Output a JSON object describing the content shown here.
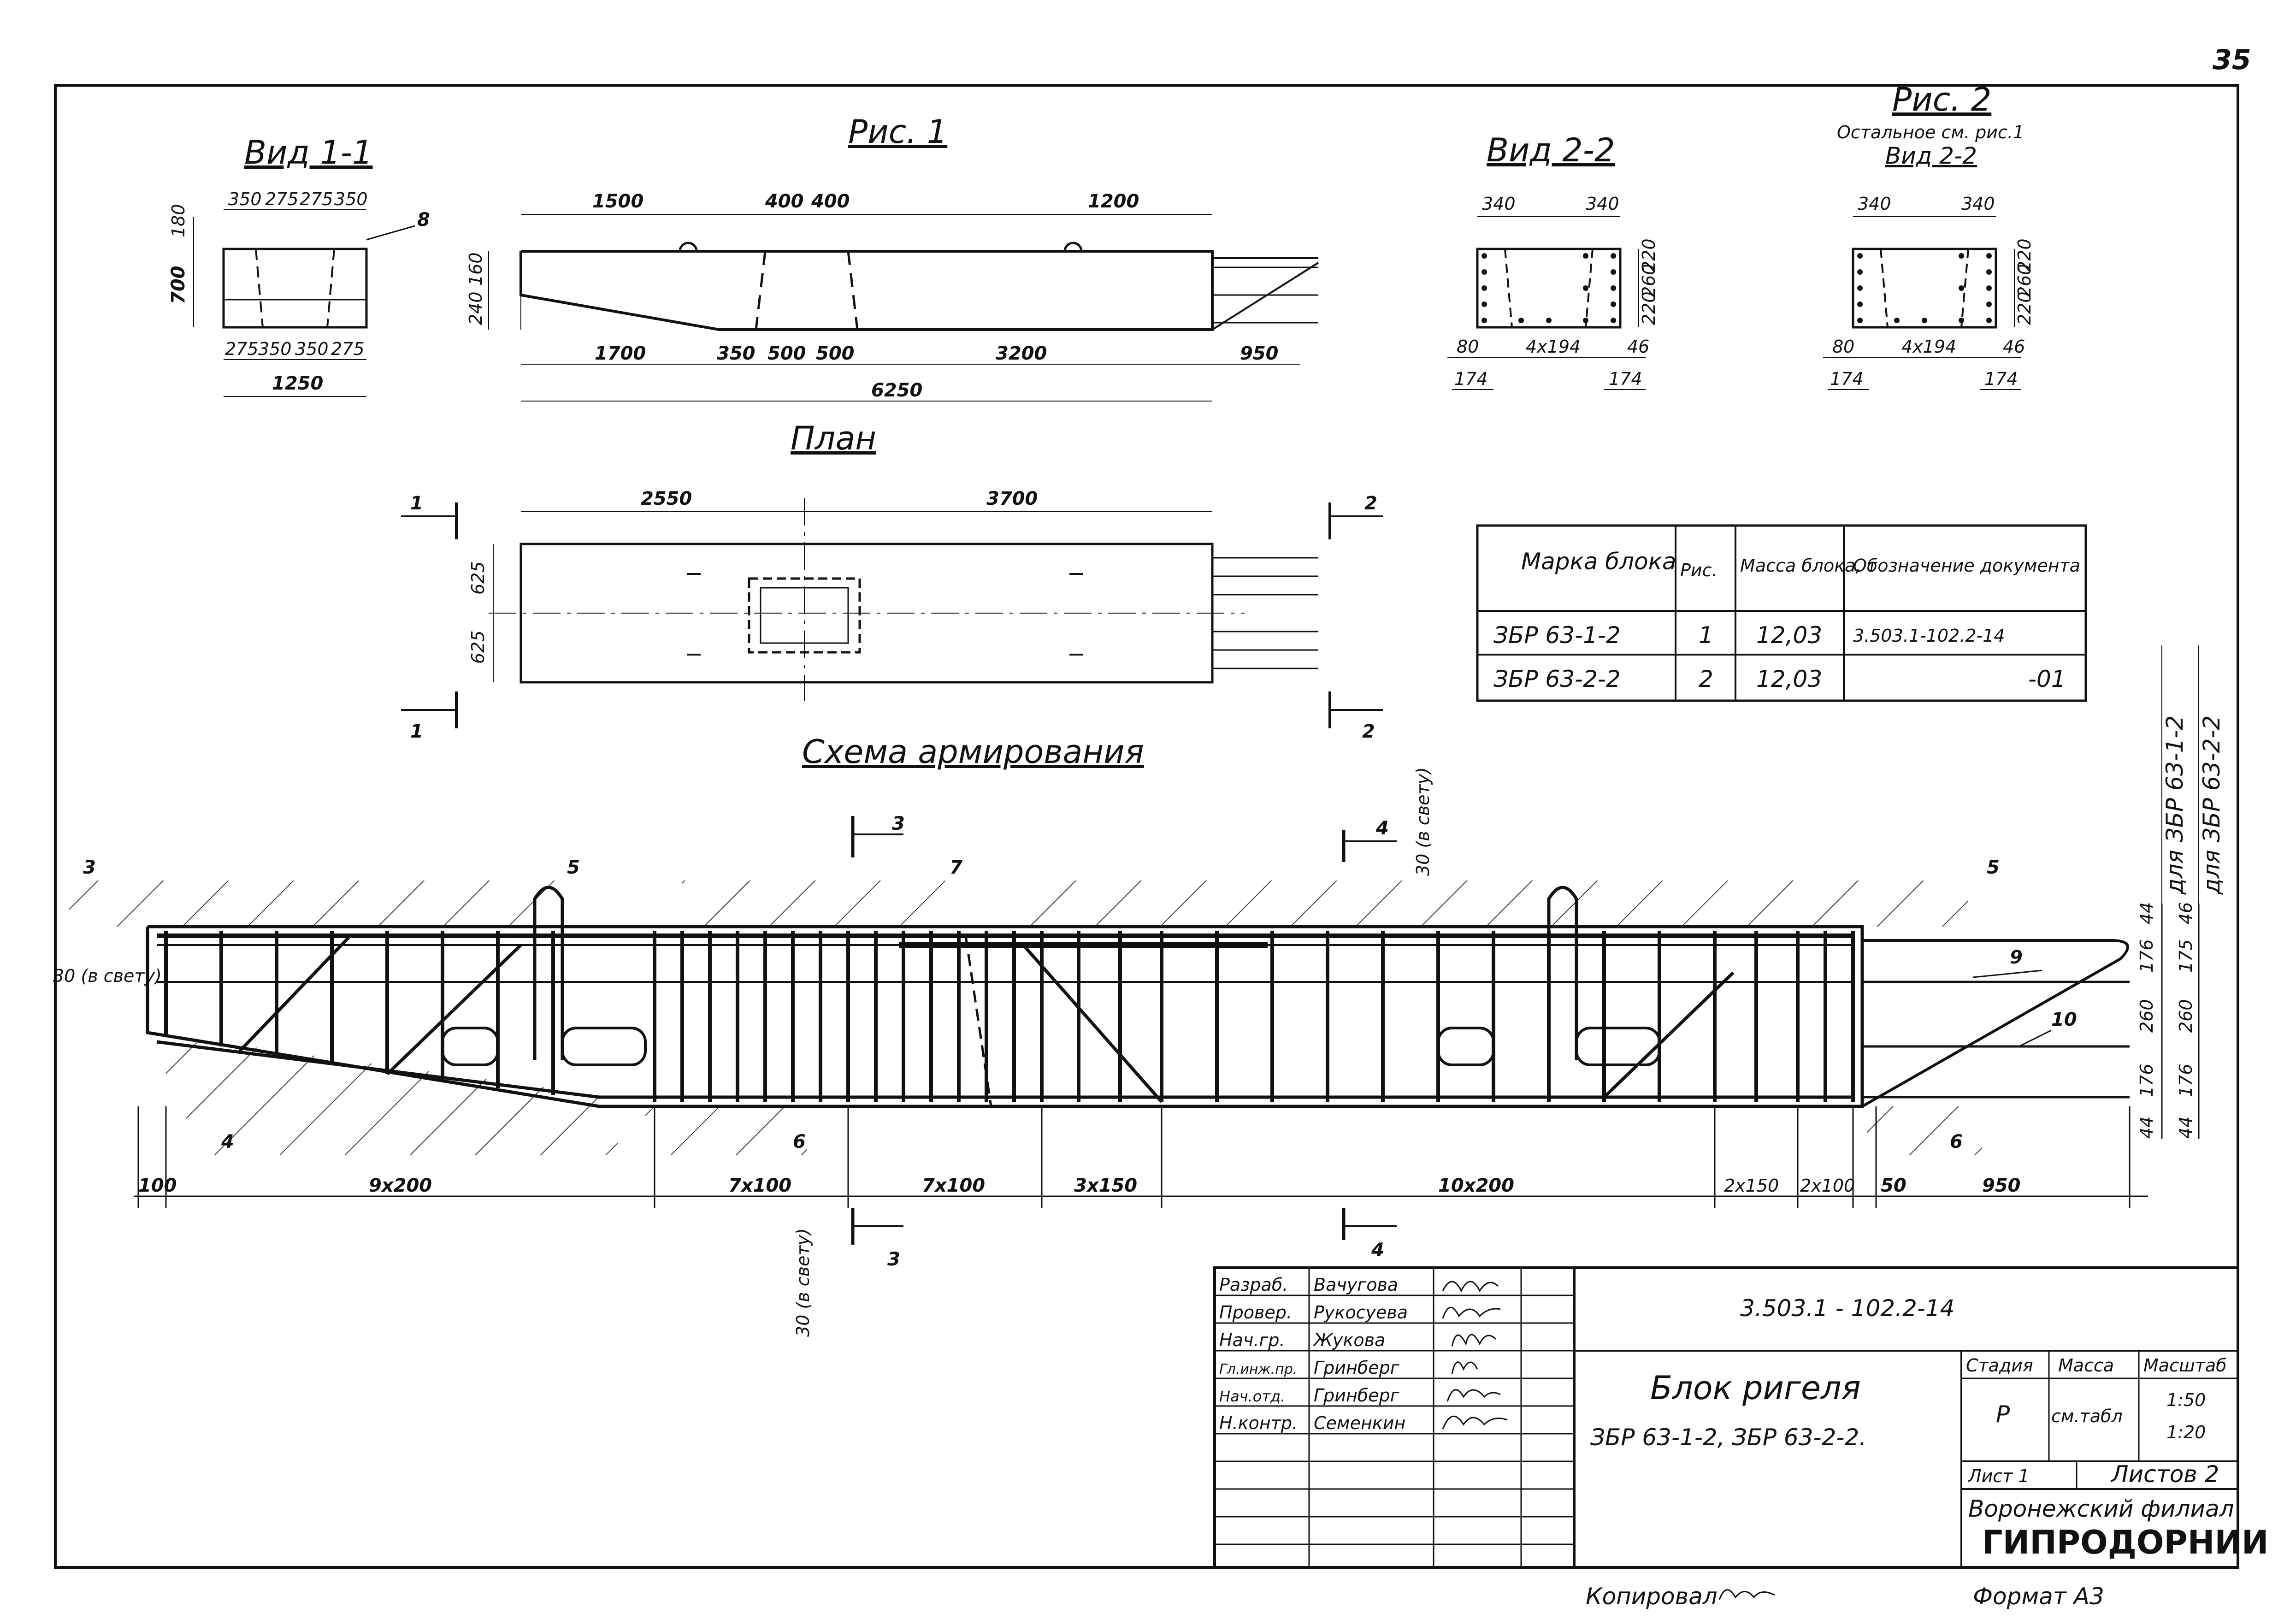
{
  "page_number": "35",
  "fig1": {
    "title": "Рис. 1",
    "view11": "Вид 1-1",
    "plan": "План",
    "dims_top": [
      "1500",
      "400",
      "400",
      "1200"
    ],
    "dims_bottom": [
      "1700",
      "350",
      "500",
      "500",
      "3200",
      "950"
    ],
    "total": "6250",
    "left_dims": [
      "160",
      "240"
    ],
    "plan_dims": [
      "2550",
      "3700"
    ],
    "plan_side": [
      "625",
      "625"
    ]
  },
  "view11": {
    "top": [
      "350",
      "275",
      "275",
      "350"
    ],
    "bottom": [
      "275",
      "350",
      "350",
      "275"
    ],
    "width": "1250",
    "height": "700",
    "h_top": "180",
    "callout": "8"
  },
  "view22": {
    "title": "Вид 2-2",
    "top": [
      "340",
      "340"
    ],
    "bottom": [
      "80",
      "4x194",
      "46"
    ],
    "under": [
      "174",
      "174"
    ],
    "right": [
      "220",
      "260",
      "220"
    ]
  },
  "fig2": {
    "title": "Рис. 2",
    "note": "Остальное см. рис.1",
    "view": "Вид 2-2",
    "top": [
      "340",
      "340"
    ],
    "bottom": [
      "80",
      "4x194",
      "46"
    ],
    "under": [
      "174",
      "174"
    ],
    "right": [
      "220",
      "260",
      "220"
    ]
  },
  "section_marks": [
    "1",
    "1",
    "2",
    "2",
    "3",
    "3",
    "4",
    "4"
  ],
  "table": {
    "headers": [
      "Марка блока",
      "Рис.",
      "Масса блока, т",
      "Обозначение документа"
    ],
    "rows": [
      [
        "ЗБР 63-1-2",
        "1",
        "12,03",
        "3.503.1-102.2-14"
      ],
      [
        "ЗБР 63-2-2",
        "2",
        "12,03",
        "-01"
      ]
    ]
  },
  "schema": {
    "title": "Схема армирования",
    "callouts": [
      "3",
      "5",
      "7",
      "5",
      "9",
      "10",
      "4",
      "6",
      "6"
    ],
    "clear_left": "30 (в свету)",
    "clear_top": "30 (в свету)",
    "clear_bottom": "30 (в свету)",
    "bottom_dims": [
      "100",
      "9x200",
      "7x100",
      "7x100",
      "3x150",
      "10x200",
      "2x150",
      "2x100",
      "50",
      "950"
    ],
    "right_dims_a": [
      "44",
      "176",
      "260",
      "176",
      "44"
    ],
    "right_dims_b": [
      "46",
      "175",
      "260",
      "176",
      "44"
    ],
    "right_label_a": "для ЗБР 63-1-2",
    "right_label_b": "для ЗБР 63-2-2"
  },
  "title_block": {
    "roles": [
      "Разраб.",
      "Провер.",
      "Нач.гр.",
      "Гл.инж.пр.",
      "Нач.отд.",
      "Н.контр."
    ],
    "names": [
      "Вачугова",
      "Рукосуева",
      "Жукова",
      "Гринберг",
      "Гринберг",
      "Семенкин"
    ],
    "code": "3.503.1 - 102.2-14",
    "name_line1": "Блок ригеля",
    "name_line2": "ЗБР 63-1-2, ЗБР 63-2-2.",
    "stage_h": "Стадия",
    "mass_h": "Масса",
    "scale_h": "Масштаб",
    "stage": "Р",
    "mass": "см.табл",
    "scales": [
      "1:50",
      "1:20"
    ],
    "sheet": "Лист 1",
    "sheets": "Листов 2",
    "org1": "Воронежский филиал",
    "org2": "ГИПРОДОРНИИ"
  },
  "footer": {
    "copied": "Копировал",
    "format": "Формат А3"
  }
}
